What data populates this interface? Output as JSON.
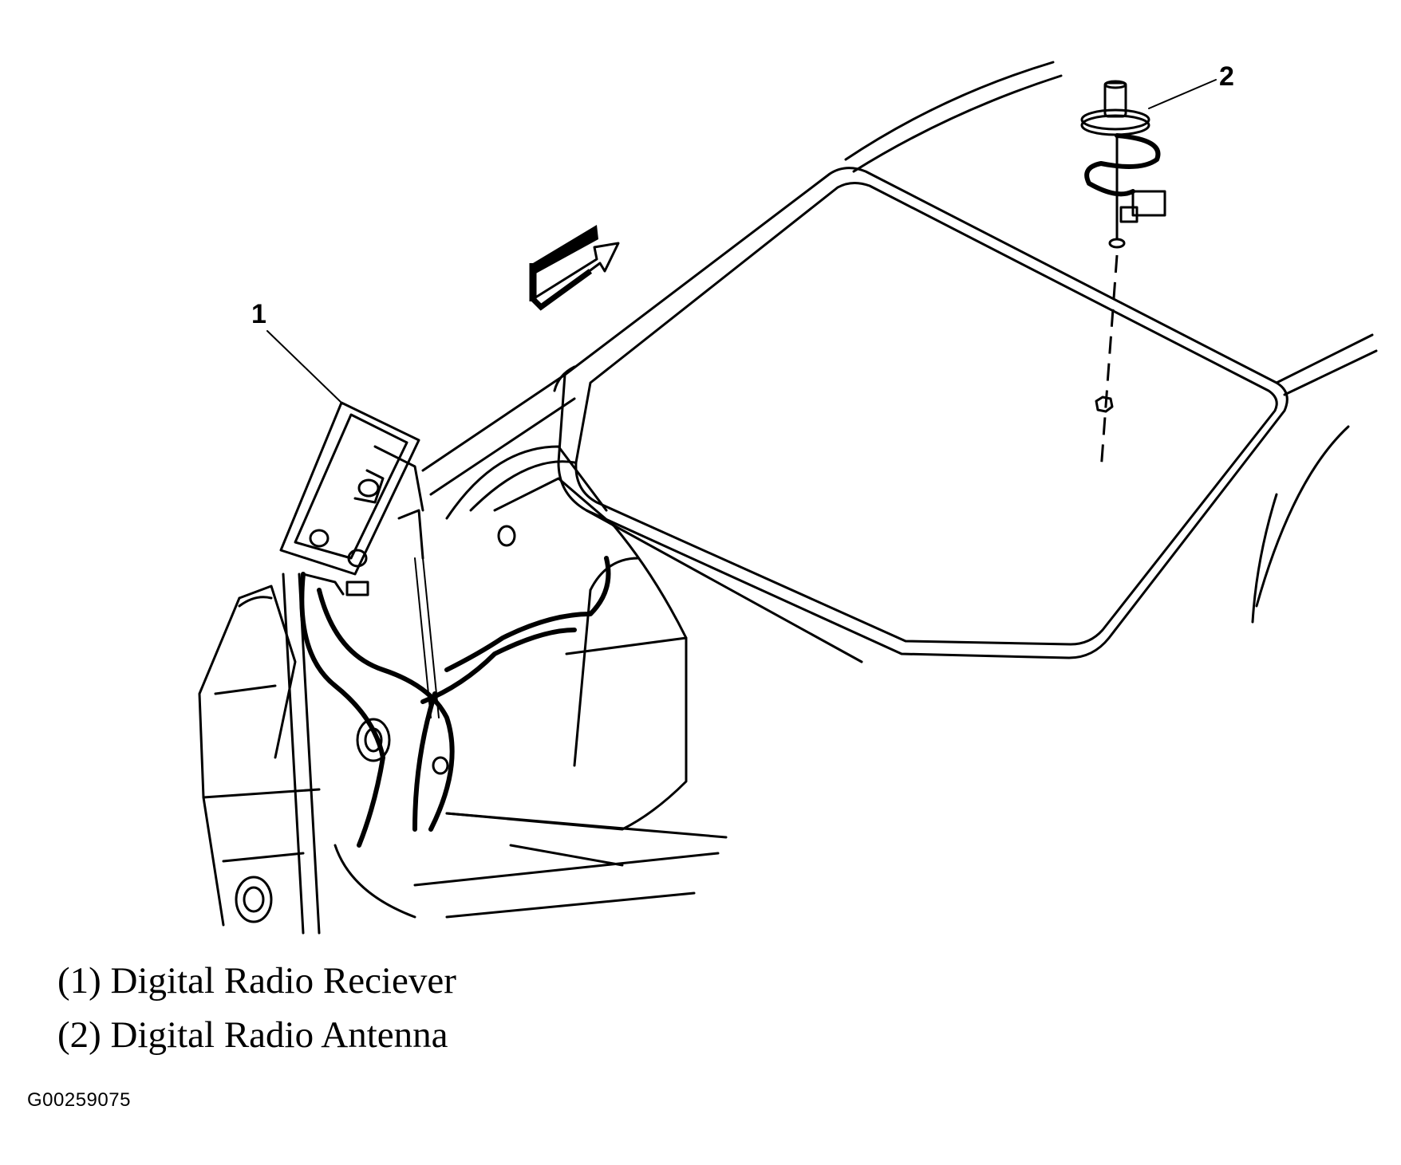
{
  "callouts": {
    "receiver": "1",
    "antenna": "2"
  },
  "legend": [
    {
      "label": "(1) Digital Radio Reciever"
    },
    {
      "label": "(2) Digital Radio Antenna"
    }
  ],
  "figure_id": "G00259075"
}
